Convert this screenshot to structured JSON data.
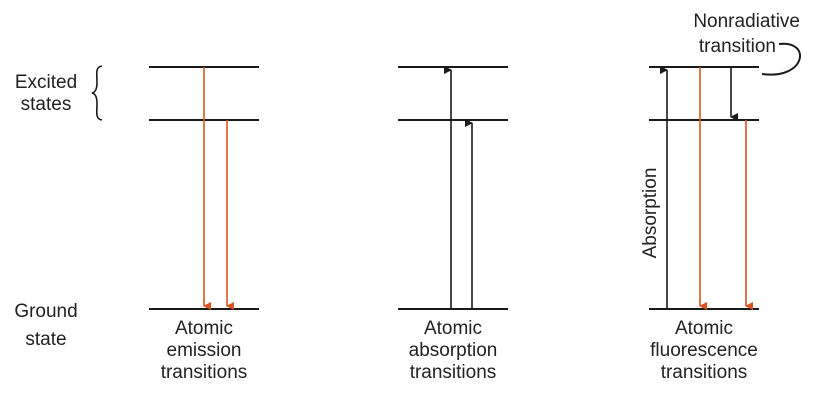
{
  "labels": {
    "excited_line1": "Excited",
    "excited_line2": "states",
    "ground_line1": "Ground",
    "ground_line2": "state",
    "nonradiative_line1": "Nonradiative",
    "nonradiative_line2": "transition",
    "absorption_vertical": "Absorption"
  },
  "panels": [
    {
      "caption": [
        "Atomic",
        "emission",
        "transitions"
      ]
    },
    {
      "caption": [
        "Atomic",
        "absorption",
        "transitions"
      ]
    },
    {
      "caption": [
        "Atomic",
        "fluorescence",
        "transitions"
      ]
    }
  ],
  "colors": {
    "line": "#1a1a1a",
    "emission_arrow": "#d9531e",
    "absorption_arrow": "#1a1a1a"
  }
}
